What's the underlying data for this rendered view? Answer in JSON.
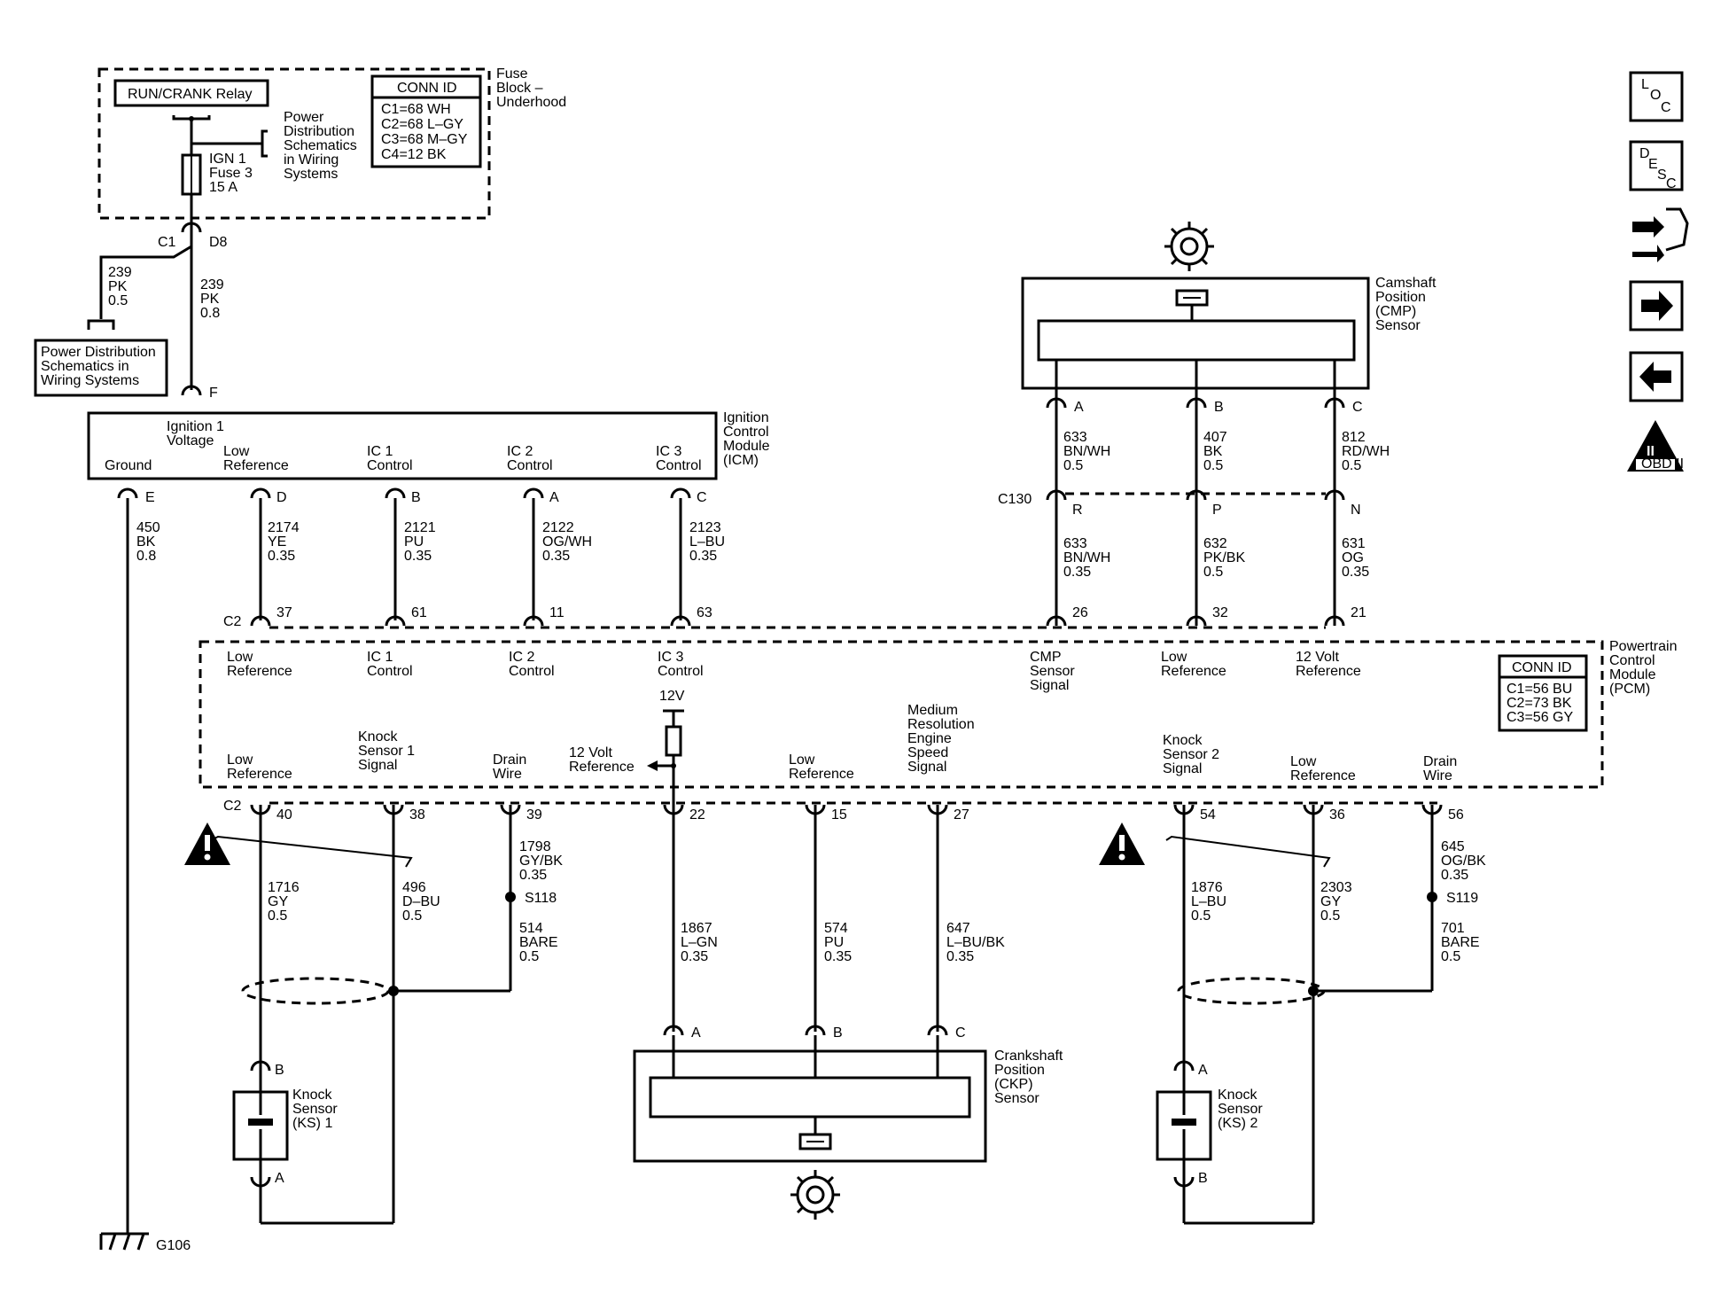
{
  "fuse_block": {
    "title": [
      "Fuse",
      "Block –",
      "Underhood"
    ],
    "relay": "RUN/CRANK Relay",
    "fuse": [
      "IGN 1",
      "Fuse 3",
      "15 A"
    ],
    "power_dist": [
      "Power",
      "Distribution",
      "Schematics",
      "in Wiring",
      "Systems"
    ],
    "conn_id_title": "CONN ID",
    "conn_ids": [
      "C1=68 WH",
      "C2=68 L–GY",
      "C3=68 M–GY",
      "C4=12 BK"
    ],
    "c1": "C1",
    "d8": "D8"
  },
  "power_dist_box": [
    "Power Distribution",
    "Schematics in",
    "Wiring Systems"
  ],
  "wires_top": [
    {
      "id": "w239a",
      "lines": [
        "239",
        "PK",
        "0.5"
      ]
    },
    {
      "id": "w239b",
      "lines": [
        "239",
        "PK",
        "0.8"
      ]
    }
  ],
  "icm": {
    "title": [
      "Ignition",
      "Control",
      "Module",
      "(ICM)"
    ],
    "pin_f": "F",
    "ign_voltage": [
      "Ignition 1",
      "Voltage"
    ],
    "ground": "Ground",
    "low_ref": [
      "Low",
      "Reference"
    ],
    "ic1": [
      "IC 1",
      "Control"
    ],
    "ic2": [
      "IC 2",
      "Control"
    ],
    "ic3": [
      "IC 3",
      "Control"
    ],
    "pins": [
      "E",
      "D",
      "B",
      "A",
      "C"
    ]
  },
  "icm_wires": [
    [
      "450",
      "BK",
      "0.8"
    ],
    [
      "2174",
      "YE",
      "0.35"
    ],
    [
      "2121",
      "PU",
      "0.35"
    ],
    [
      "2122",
      "OG/WH",
      "0.35"
    ],
    [
      "2123",
      "L–BU",
      "0.35"
    ]
  ],
  "cmp": {
    "title": [
      "Camshaft",
      "Position",
      "(CMP)",
      "Sensor"
    ],
    "pins": [
      "A",
      "B",
      "C"
    ],
    "wires": [
      [
        "633",
        "BN/WH",
        "0.5"
      ],
      [
        "407",
        "BK",
        "0.5"
      ],
      [
        "812",
        "RD/WH",
        "0.5"
      ]
    ],
    "c130": "C130",
    "c130_pins": [
      "R",
      "P",
      "N"
    ],
    "wires2": [
      [
        "633",
        "BN/WH",
        "0.35"
      ],
      [
        "632",
        "PK/BK",
        "0.5"
      ],
      [
        "631",
        "OG",
        "0.35"
      ]
    ]
  },
  "pcm": {
    "title": [
      "Powertrain",
      "Control",
      "Module",
      "(PCM)"
    ],
    "conn_id_title": "CONN ID",
    "conn_ids": [
      "C1=56 BU",
      "C2=73 BK",
      "C3=56 GY"
    ],
    "c2_top": "C2",
    "top_pins": [
      "37",
      "61",
      "11",
      "63",
      "26",
      "32",
      "21"
    ],
    "top_labels": [
      [
        "Low",
        "Reference"
      ],
      [
        "IC 1",
        "Control"
      ],
      [
        "IC 2",
        "Control"
      ],
      [
        "IC 3",
        "Control"
      ],
      [
        "CMP",
        "Sensor",
        "Signal"
      ],
      [
        "Low",
        "Reference"
      ],
      [
        "12 Volt",
        "Reference"
      ]
    ],
    "v12": "12V",
    "ref12": [
      "12 Volt",
      "Reference"
    ],
    "bottom_labels": [
      [
        "Low",
        "Reference"
      ],
      [
        "Knock",
        "Sensor 1",
        "Signal"
      ],
      [
        "Drain",
        "Wire"
      ],
      [
        "Low",
        "Reference"
      ],
      [
        "Medium",
        "Resolution",
        "Engine",
        "Speed",
        "Signal"
      ],
      [
        "Knock",
        "Sensor 2",
        "Signal"
      ],
      [
        "Low",
        "Reference"
      ],
      [
        "Drain",
        "Wire"
      ]
    ],
    "c2_bottom": "C2",
    "bottom_pins": [
      "40",
      "38",
      "39",
      "22",
      "15",
      "27",
      "54",
      "36",
      "56"
    ]
  },
  "bottom_wires": [
    [
      "1716",
      "GY",
      "0.5"
    ],
    [
      "496",
      "D–BU",
      "0.5"
    ],
    [
      "1798",
      "GY/BK",
      "0.35"
    ],
    [
      "514",
      "BARE",
      "0.5"
    ],
    [
      "1867",
      "L–GN",
      "0.35"
    ],
    [
      "574",
      "PU",
      "0.35"
    ],
    [
      "647",
      "L–BU/BK",
      "0.35"
    ],
    [
      "1876",
      "L–BU",
      "0.5"
    ],
    [
      "2303",
      "GY",
      "0.5"
    ],
    [
      "645",
      "OG/BK",
      "0.35"
    ],
    [
      "701",
      "BARE",
      "0.5"
    ]
  ],
  "splices": [
    "S118",
    "S119"
  ],
  "ks1": {
    "title": [
      "Knock",
      "Sensor",
      "(KS) 1"
    ],
    "pins": [
      "B",
      "A"
    ]
  },
  "ks2": {
    "title": [
      "Knock",
      "Sensor",
      "(KS) 2"
    ],
    "pins": [
      "A",
      "B"
    ]
  },
  "ckp": {
    "title": [
      "Crankshaft",
      "Position",
      "(CKP)",
      "Sensor"
    ],
    "pins": [
      "A",
      "B",
      "C"
    ]
  },
  "ground": "G106",
  "side_icons": [
    "loc-icon",
    "desc-icon",
    "connector-tool-icon",
    "next-arrow-icon",
    "prev-arrow-icon",
    "obd2-icon"
  ],
  "obd_label": "OBD II"
}
